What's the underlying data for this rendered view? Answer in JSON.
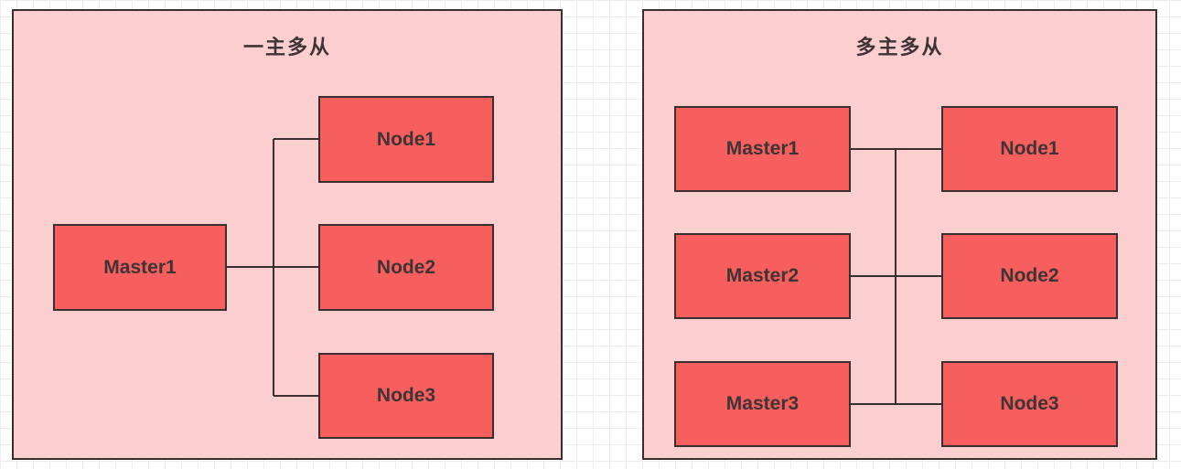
{
  "colors": {
    "canvas_bg": "#ffffff",
    "grid_line": "#ededed",
    "panel_fill": "#fbcfcf",
    "box_fill": "#f65f5d",
    "stroke": "#3a2e2e",
    "label_text": "#3e3335"
  },
  "left_panel": {
    "title": "一主多从",
    "master": {
      "label": "Master1"
    },
    "nodes": [
      {
        "label": "Node1"
      },
      {
        "label": "Node2"
      },
      {
        "label": "Node3"
      }
    ]
  },
  "right_panel": {
    "title": "多主多从",
    "masters": [
      {
        "label": "Master1"
      },
      {
        "label": "Master2"
      },
      {
        "label": "Master3"
      }
    ],
    "nodes": [
      {
        "label": "Node1"
      },
      {
        "label": "Node2"
      },
      {
        "label": "Node3"
      }
    ]
  }
}
